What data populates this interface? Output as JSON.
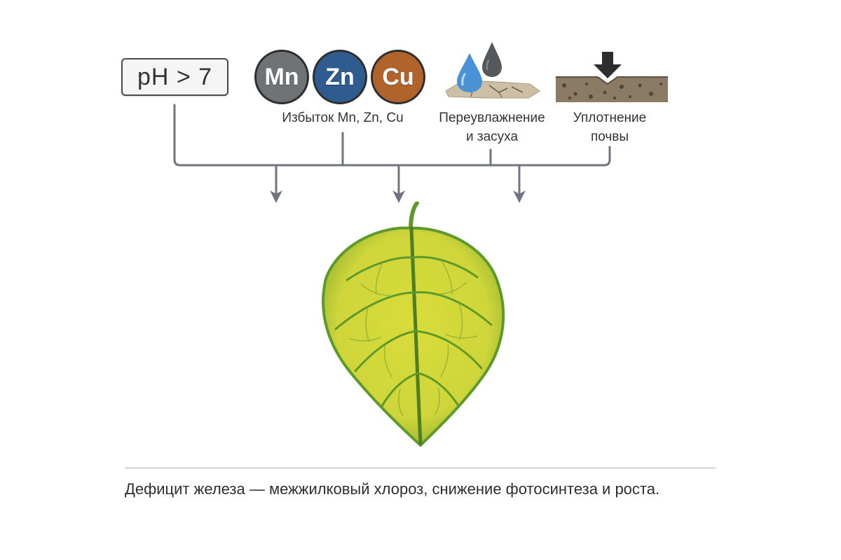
{
  "factors": {
    "ph": {
      "label": "pH > 7"
    },
    "metals": {
      "items": [
        {
          "symbol": "Mn",
          "color": "#6f7375"
        },
        {
          "symbol": "Zn",
          "color": "#2f5c8f"
        },
        {
          "symbol": "Cu",
          "color": "#b0632a"
        }
      ],
      "label": "Избыток Mn, Zn, Cu"
    },
    "water": {
      "label_line1": "Переувлажнение",
      "label_line2": "и засуха",
      "drop_colors": [
        "#4a92d6",
        "#55595c"
      ]
    },
    "compaction": {
      "label_line1": "Уплотнение",
      "label_line2": "почвы"
    }
  },
  "result": {
    "leaf_colors": {
      "yellow": "#d9dc3a",
      "green": "#5e9a2a",
      "vein": "#4e7f22"
    }
  },
  "caption": "Дефицит железа — межжилковый хлороз, снижение фотосинтеза и роста.",
  "colors": {
    "connector": "#707480"
  }
}
